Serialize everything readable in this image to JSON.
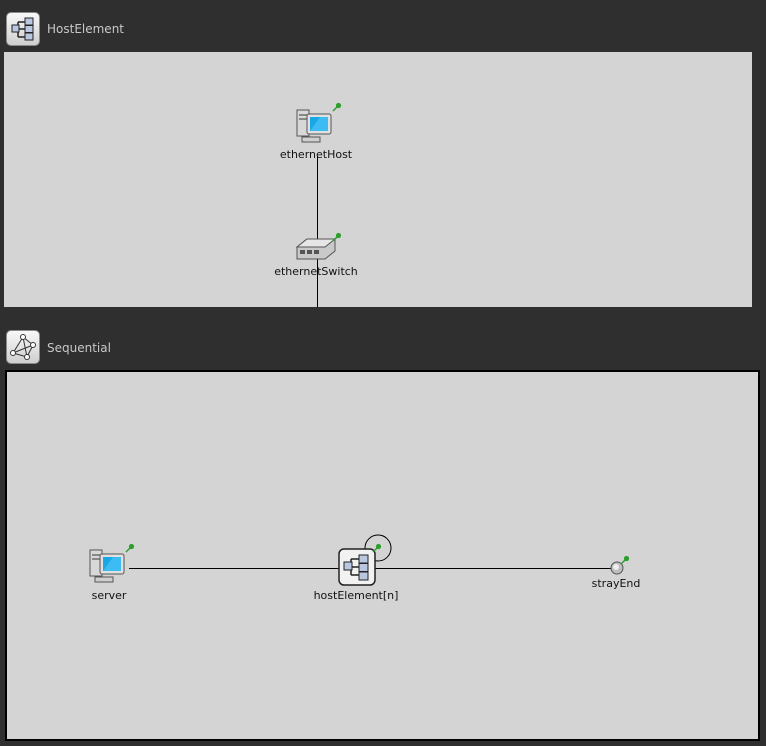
{
  "modules": [
    {
      "title": "HostElement",
      "icon": "compound-module-icon",
      "nodes": [
        {
          "label": "ethernetHost",
          "icon": "desktop-computer-icon"
        },
        {
          "label": "ethernetSwitch",
          "icon": "network-switch-icon"
        }
      ]
    },
    {
      "title": "Sequential",
      "icon": "network-graph-icon",
      "nodes": [
        {
          "label": "server",
          "icon": "desktop-computer-icon"
        },
        {
          "label": "hostElement[n]",
          "icon": "compound-module-icon"
        },
        {
          "label": "strayEnd",
          "icon": "stray-end-icon"
        }
      ]
    }
  ],
  "colors": {
    "background": "#2f2f2f",
    "canvas": "#d4d4d4",
    "title_text": "#c8c8c8",
    "pin": "#2e9e2e"
  }
}
